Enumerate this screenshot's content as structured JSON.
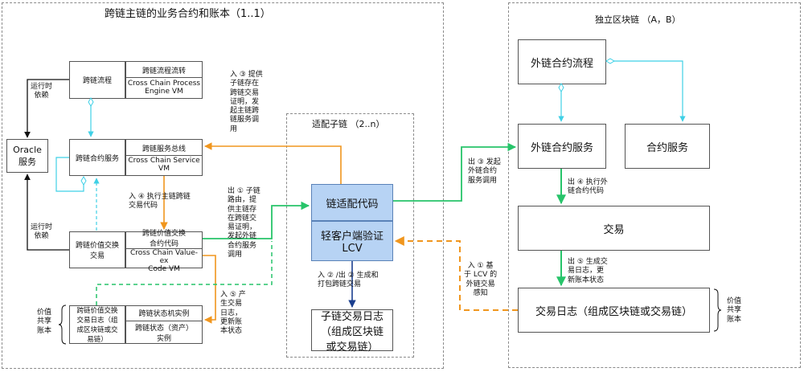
{
  "regions": {
    "main_chain": "跨链主链的业务合约和账本（1..1）",
    "adapter": "适配子链 （2..n）",
    "independent": "独立区块链 （A，B）"
  },
  "oracle": "Oracle\n服务",
  "main": {
    "flow_left": "跨链流程",
    "flow_right_title": "跨链流程流转",
    "flow_right_sub": "Cross Chain Process\nEngine VM",
    "contract_left": "跨链合约服务",
    "contract_right_title": "跨链服务总线",
    "contract_right_sub": "Cross Chain Service\nVM",
    "value_left": "跨链价值交换\n交易",
    "value_right_title": "跨链价值交换\n合约代码",
    "value_right_sub": "Cross Chain Value-ex\nCode VM",
    "ledger_left": "跨链价值交换\n交易日志（组\n成区块链或交\n易链）",
    "ledger_right_title": "跨链状态机实例",
    "ledger_right_sub": "跨链状态（资产）\n实例"
  },
  "adapter_boxes": {
    "code": "链适配代码",
    "lcv": "轻客户端验证\nLCV",
    "log": "子链交易日志\n（组成区块链\n或交易链）"
  },
  "independent_boxes": {
    "flow": "外链合约流程",
    "service": "外链合约服务",
    "contract": "合约服务",
    "tx": "交易",
    "log": "交易日志（组成区块链或交易链）"
  },
  "annotations": {
    "runtime_top": "运行时\n依赖",
    "runtime_bottom": "运行时\n依赖",
    "value_ledger": "价值\n共享\n账本",
    "value_ledger_right": "价值\n共享\n账本",
    "in3": "入 ③ 提供\n子链存在\n跨链交易\n证明，发\n起主链跨\n链服务调\n用",
    "in4": "入 ④ 执行主链跨链\n交易代码",
    "out1": "出 ① 子链\n路由，提\n供主链存\n在跨链交\n易证明，\n发起外链\n合约服务\n调用",
    "in5": "入 ⑤ 产\n生交易\n日志，\n更新账\n本状态",
    "in2out2": "入 ② /出 ② 生成和\n打包跨链交易",
    "out3": "出 ③ 发起\n外链合约\n服务调用",
    "out4": "出 ④ 执行外\n链合约代码",
    "out5": "出 ⑤ 生成交\n易日志，更\n新账本状态",
    "in1": "入 ① 基\n于 LCV 的\n外链交易\n感知"
  },
  "colors": {
    "orange": "#f0961e",
    "green": "#27c46a",
    "cyan": "#3fd0e6",
    "navy": "#1b3f8f",
    "adapter_fill": "#b7d3f4"
  }
}
